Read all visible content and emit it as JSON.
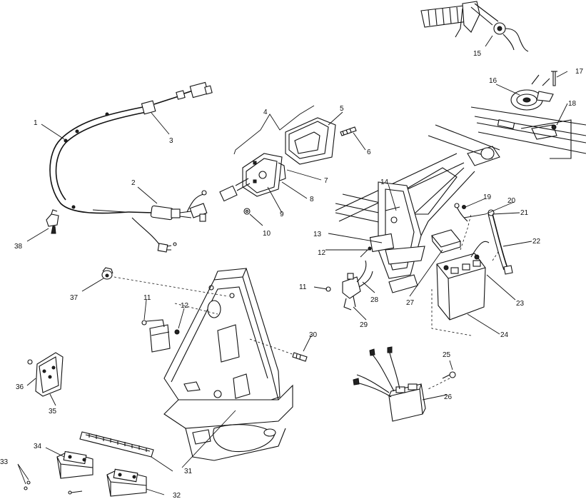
{
  "callouts": [
    {
      "id": "1",
      "label": "1"
    },
    {
      "id": "2",
      "label": "2"
    },
    {
      "id": "3",
      "label": "3"
    },
    {
      "id": "4",
      "label": "4"
    },
    {
      "id": "5",
      "label": "5"
    },
    {
      "id": "6",
      "label": "6"
    },
    {
      "id": "7",
      "label": "7"
    },
    {
      "id": "8",
      "label": "8"
    },
    {
      "id": "9",
      "label": "9"
    },
    {
      "id": "10",
      "label": "10"
    },
    {
      "id": "11a",
      "label": "11"
    },
    {
      "id": "11b",
      "label": "11"
    },
    {
      "id": "12a",
      "label": "12"
    },
    {
      "id": "12b",
      "label": "12"
    },
    {
      "id": "13",
      "label": "13"
    },
    {
      "id": "14",
      "label": "14"
    },
    {
      "id": "15",
      "label": "15"
    },
    {
      "id": "16",
      "label": "16"
    },
    {
      "id": "17",
      "label": "17"
    },
    {
      "id": "18",
      "label": "18"
    },
    {
      "id": "19",
      "label": "19"
    },
    {
      "id": "20",
      "label": "20"
    },
    {
      "id": "21",
      "label": "21"
    },
    {
      "id": "22",
      "label": "22"
    },
    {
      "id": "23",
      "label": "23"
    },
    {
      "id": "24",
      "label": "24"
    },
    {
      "id": "25",
      "label": "25"
    },
    {
      "id": "26",
      "label": "26"
    },
    {
      "id": "27",
      "label": "27"
    },
    {
      "id": "28",
      "label": "28"
    },
    {
      "id": "29",
      "label": "29"
    },
    {
      "id": "30",
      "label": "30"
    },
    {
      "id": "31",
      "label": "31"
    },
    {
      "id": "32",
      "label": "32"
    },
    {
      "id": "33",
      "label": "33"
    },
    {
      "id": "34",
      "label": "34"
    },
    {
      "id": "35",
      "label": "35"
    },
    {
      "id": "36",
      "label": "36"
    },
    {
      "id": "37",
      "label": "37"
    },
    {
      "id": "38",
      "label": "38"
    }
  ]
}
